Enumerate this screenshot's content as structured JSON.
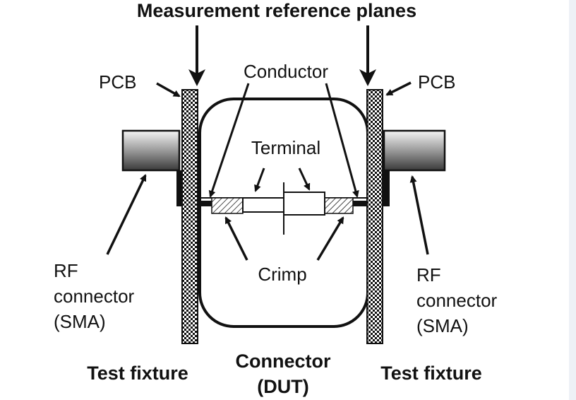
{
  "title": "Measurement reference planes",
  "labels": {
    "pcb_left": "PCB",
    "pcb_right": "PCB",
    "conductor": "Conductor",
    "terminal": "Terminal",
    "crimp": "Crimp",
    "rf_left": [
      "RF",
      "connector",
      "(SMA)"
    ],
    "rf_right": [
      "RF",
      "connector",
      "(SMA)"
    ],
    "fixture_left": "Test fixture",
    "fixture_right": "Test fixture",
    "dut": [
      "Connector",
      "(DUT)"
    ]
  },
  "colors": {
    "ink": "#111111",
    "background": "#ffffff",
    "side_strip": "#eef1f6"
  }
}
